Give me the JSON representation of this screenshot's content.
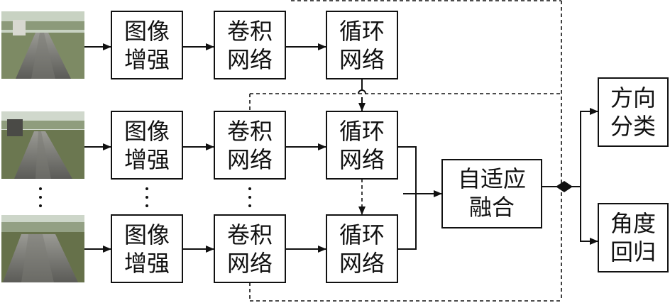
{
  "rows": [
    {
      "aug": [
        "图像",
        "增强"
      ],
      "cnn": [
        "卷积",
        "网络"
      ],
      "rnn": [
        "循环",
        "网络"
      ]
    },
    {
      "aug": [
        "图像",
        "增强"
      ],
      "cnn": [
        "卷积",
        "网络"
      ],
      "rnn": [
        "循环",
        "网络"
      ]
    },
    {
      "aug": [
        "图像",
        "增强"
      ],
      "cnn": [
        "卷积",
        "网络"
      ],
      "rnn": [
        "循环",
        "网络"
      ]
    }
  ],
  "fusion": [
    "自适应",
    "融合"
  ],
  "outputs": {
    "direction": [
      "方向",
      "分类"
    ],
    "angle": [
      "角度",
      "回归"
    ]
  },
  "photo_colors": {
    "sky": "#cfd8c6",
    "grass": "#5d6b3f",
    "path": "#6f6f6a",
    "tree": "#8c9a7a"
  }
}
